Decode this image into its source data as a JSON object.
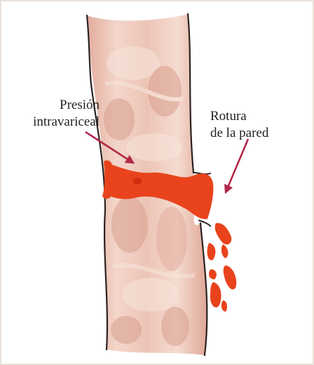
{
  "labels": {
    "pressure": {
      "line1": "Presión",
      "line2": "intravariceal"
    },
    "rupture": {
      "line1": "Rotura",
      "line2": "de la pared"
    }
  },
  "colors": {
    "frame_border": "#e9e1da",
    "vein_fill": "#efcdc0",
    "vein_shade": "#d99f8f",
    "vein_highlight": "#f8e5dc",
    "vein_outline": "#2b2220",
    "blood": "#e8431c",
    "blood_dark": "#cf2f0f",
    "arrow": "#b3284a",
    "text": "#231f20"
  },
  "icons": {
    "pressure_arrow": "arrow-pointing-down-right",
    "rupture_arrow": "arrow-pointing-down-left"
  }
}
